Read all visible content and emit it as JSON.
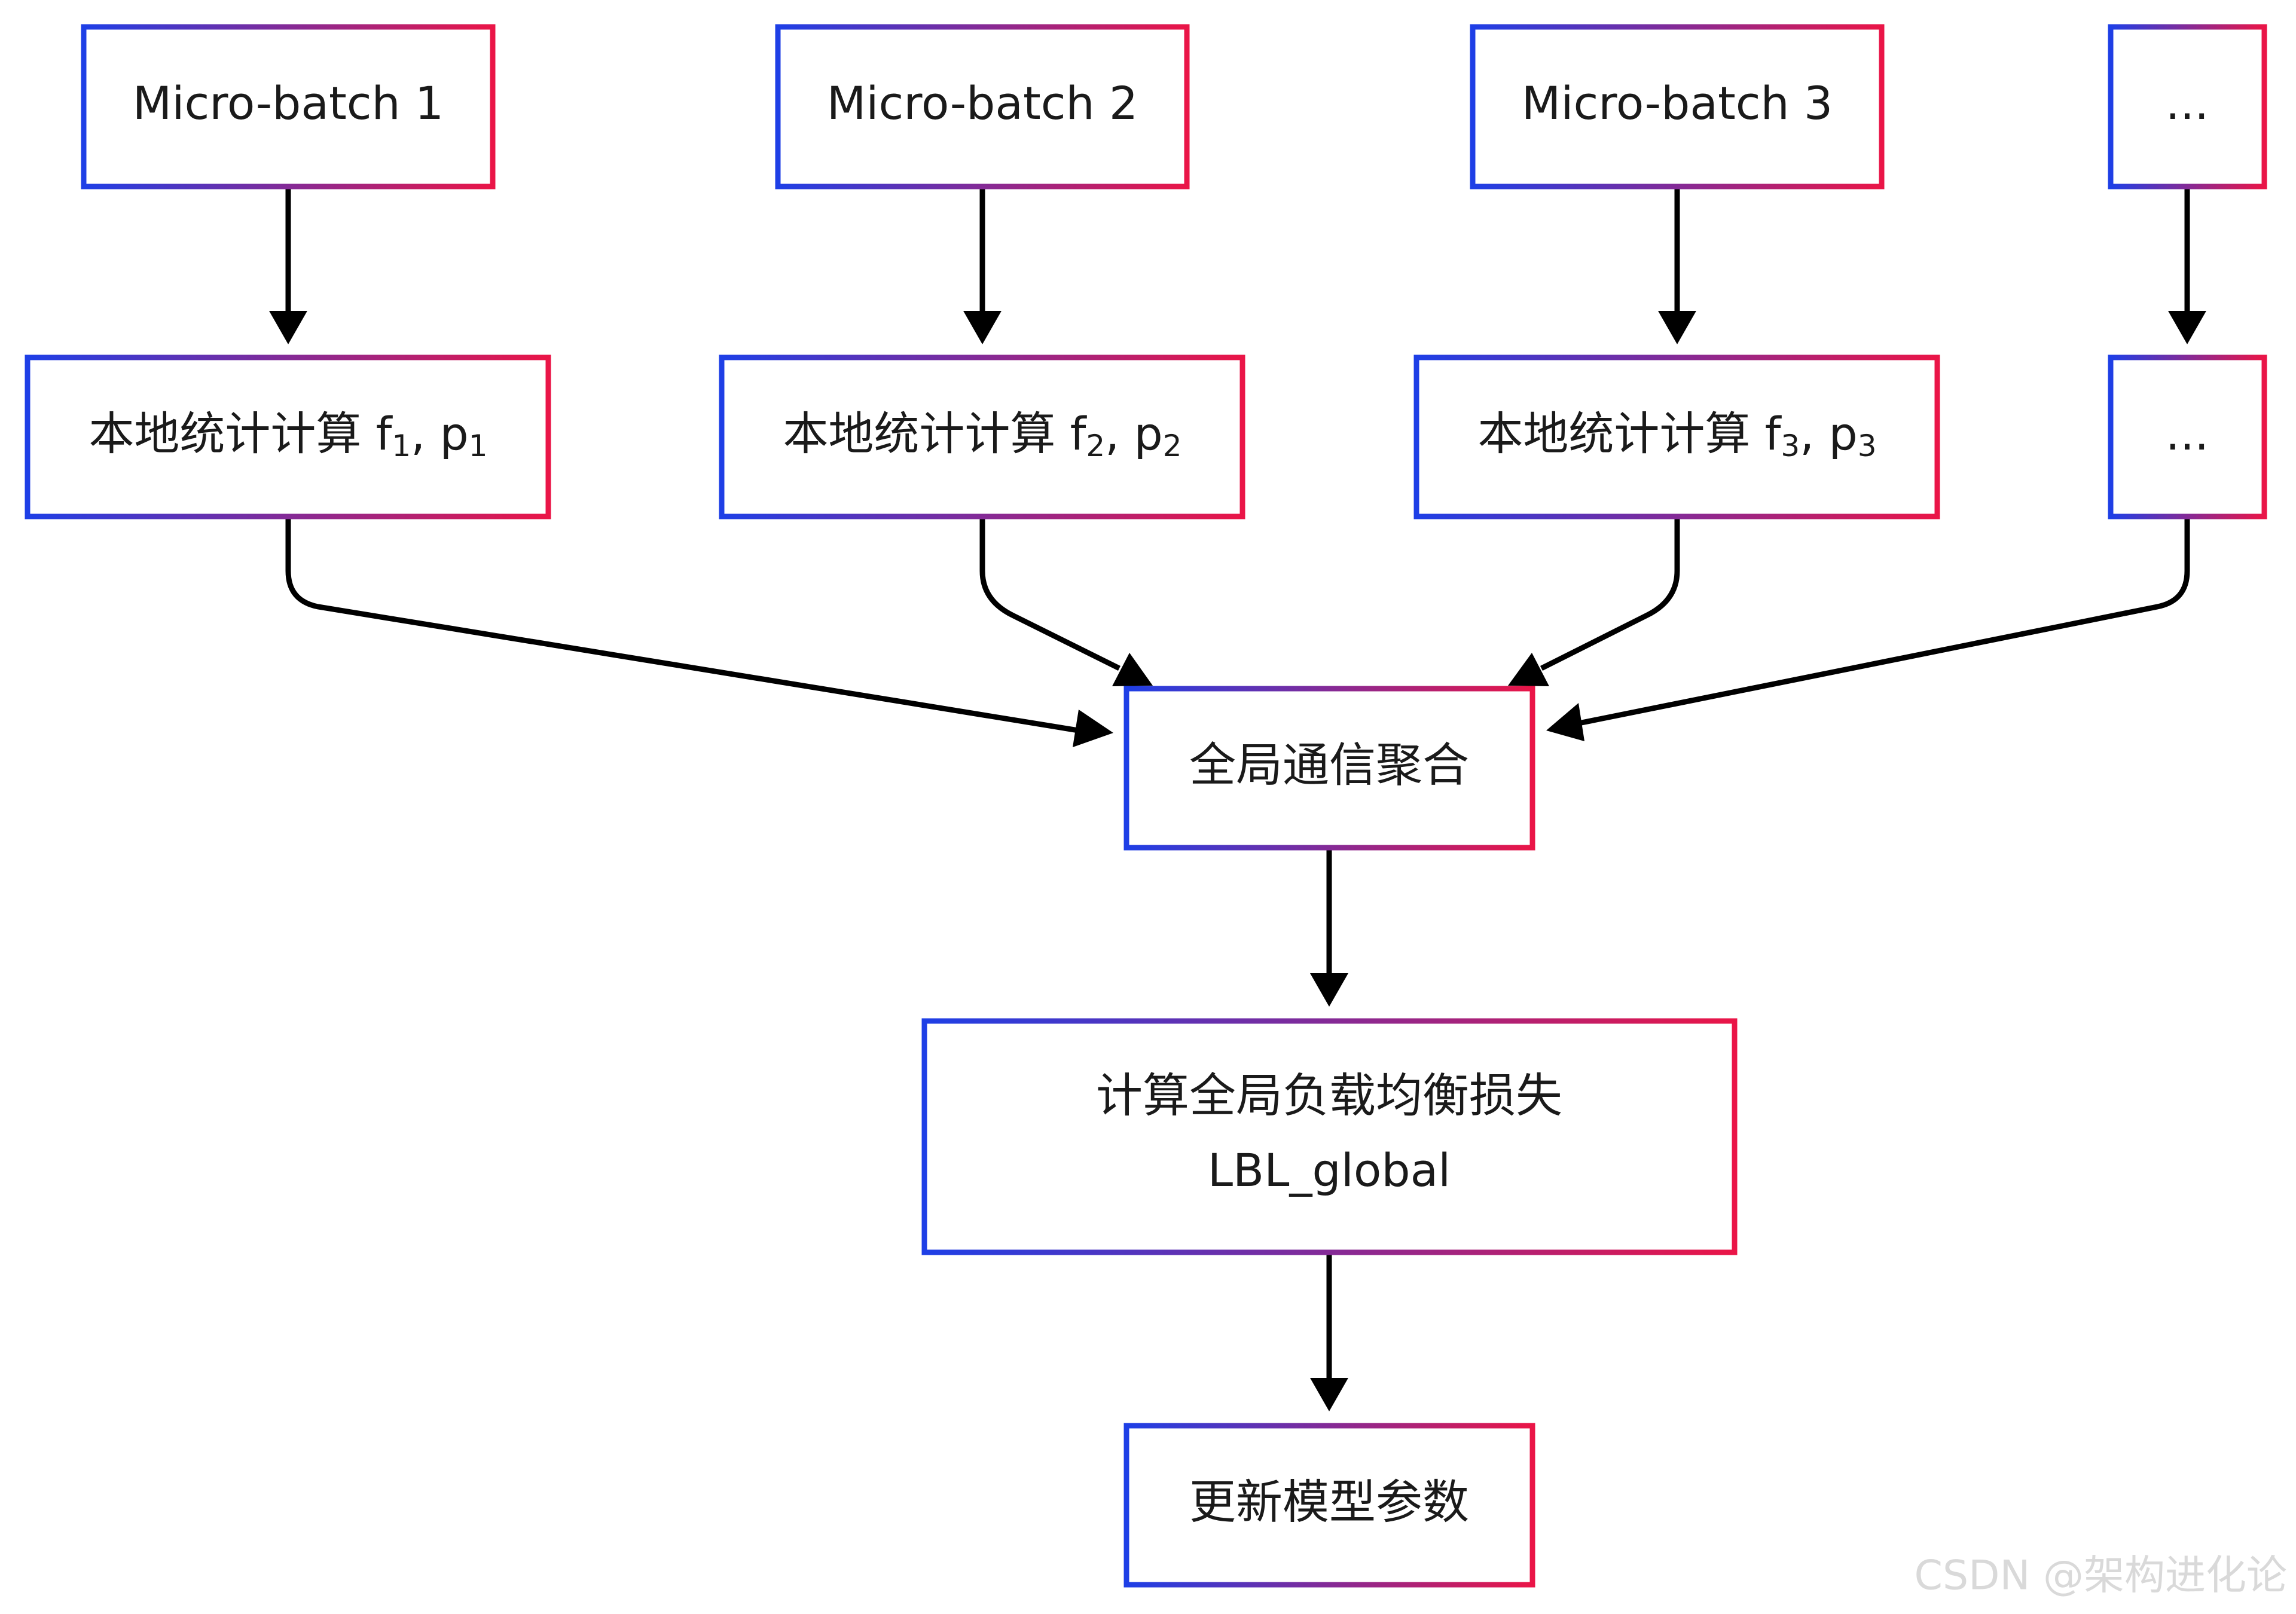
{
  "diagram": {
    "border_gradient": [
      "#1e3fe6",
      "#ea1547"
    ],
    "arrow_color": "#000000",
    "nodes": {
      "mb1": {
        "label": "Micro-batch 1"
      },
      "mb2": {
        "label": "Micro-batch 2"
      },
      "mb3": {
        "label": "Micro-batch 3"
      },
      "mb_more": {
        "label": "..."
      },
      "stat1": {
        "label": "本地统计计算 f",
        "sub_f": "1",
        "sep": ", p",
        "sub_p": "1"
      },
      "stat2": {
        "label": "本地统计计算 f",
        "sub_f": "2",
        "sep": ", p",
        "sub_p": "2"
      },
      "stat3": {
        "label": "本地统计计算 f",
        "sub_f": "3",
        "sep": ", p",
        "sub_p": "3"
      },
      "stat_more": {
        "label": "..."
      },
      "aggregate": {
        "label": "全局通信聚合"
      },
      "loss": {
        "line1": "计算全局负载均衡损失",
        "line2": "LBL_global"
      },
      "update": {
        "label": "更新模型参数"
      }
    }
  },
  "watermark": "CSDN @架构进化论"
}
